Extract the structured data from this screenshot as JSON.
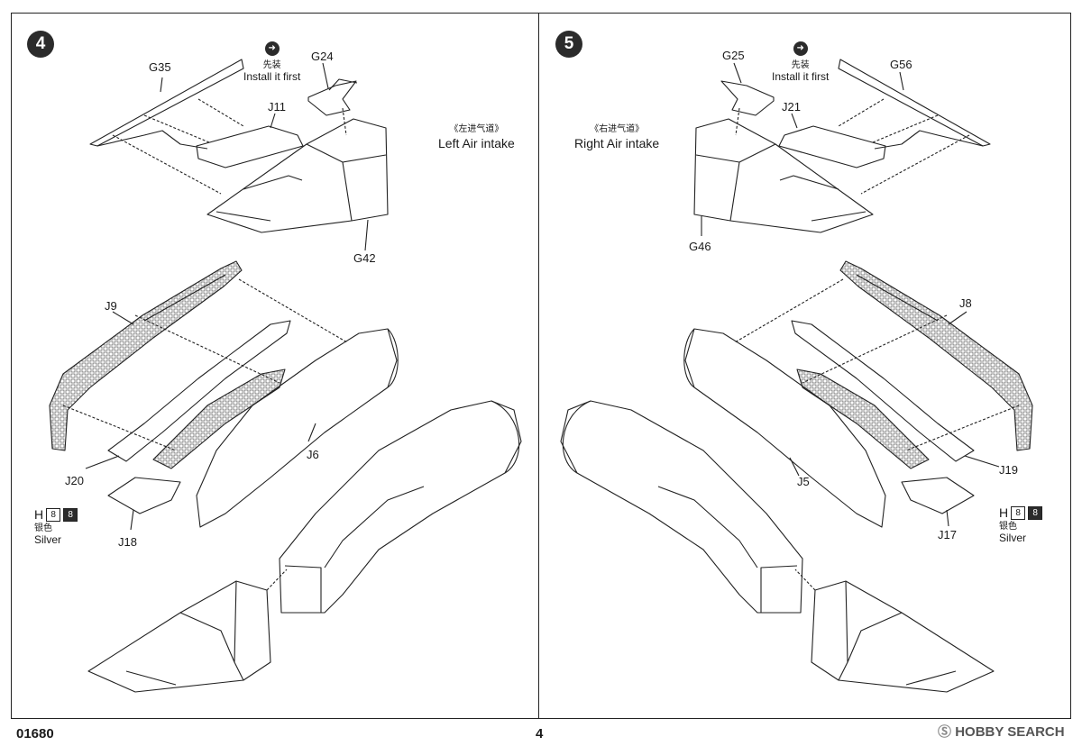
{
  "page": {
    "product_code": "01680",
    "page_number": "4",
    "watermark": "HOBBY SEARCH",
    "watermark_icon": "hobby-search-logo-icon"
  },
  "left": {
    "step": "4",
    "install_first_zh": "先装",
    "install_first_en": "Install it first",
    "intake_zh": "《左进气道》",
    "intake_en": "Left Air intake",
    "parts": {
      "g35": "G35",
      "g24": "G24",
      "j11": "J11",
      "g42": "G42",
      "j9": "J9",
      "j20": "J20",
      "j6": "J6",
      "j18": "J18"
    },
    "paint": {
      "code": "H",
      "num1": "8",
      "num2": "8",
      "zh": "银色",
      "en": "Silver"
    }
  },
  "right": {
    "step": "5",
    "install_first_zh": "先装",
    "install_first_en": "Install it first",
    "intake_zh": "《右进气道》",
    "intake_en": "Right Air intake",
    "parts": {
      "g25": "G25",
      "g56": "G56",
      "j21": "J21",
      "g46": "G46",
      "j8": "J8",
      "j19": "J19",
      "j5": "J5",
      "j17": "J17"
    },
    "paint": {
      "code": "H",
      "num1": "8",
      "num2": "8",
      "zh": "银色",
      "en": "Silver"
    }
  }
}
